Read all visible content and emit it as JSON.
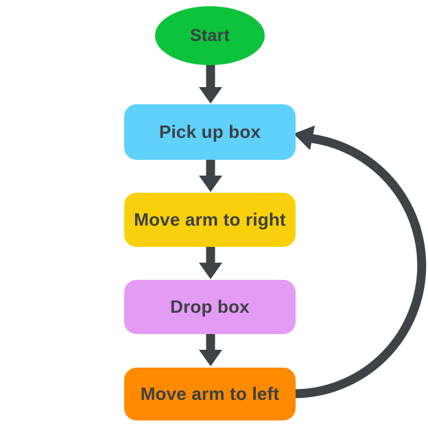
{
  "flowchart": {
    "background": "#FFFFFF",
    "arrow_color": "#3E4347",
    "text_color": "#3B4045",
    "nodes": [
      {
        "id": "start",
        "label": "Start",
        "shape": "ellipse",
        "color": "#0DC33C"
      },
      {
        "id": "pick-up-box",
        "label": "Pick up box",
        "shape": "rounded-rect",
        "color": "#5FD1FA"
      },
      {
        "id": "move-arm-to-right",
        "label": "Move arm to right",
        "shape": "rounded-rect",
        "color": "#FAD00C"
      },
      {
        "id": "drop-box",
        "label": "Drop box",
        "shape": "rounded-rect",
        "color": "#E49BF4"
      },
      {
        "id": "move-arm-to-left",
        "label": "Move arm to left",
        "shape": "rounded-rect",
        "color": "#FE8A01"
      }
    ],
    "edges": [
      {
        "from": "start",
        "to": "pick-up-box",
        "type": "straight-down"
      },
      {
        "from": "pick-up-box",
        "to": "move-arm-to-right",
        "type": "straight-down"
      },
      {
        "from": "move-arm-to-right",
        "to": "drop-box",
        "type": "straight-down"
      },
      {
        "from": "drop-box",
        "to": "move-arm-to-left",
        "type": "straight-down"
      },
      {
        "from": "move-arm-to-left",
        "to": "pick-up-box",
        "type": "loop-right"
      }
    ]
  }
}
